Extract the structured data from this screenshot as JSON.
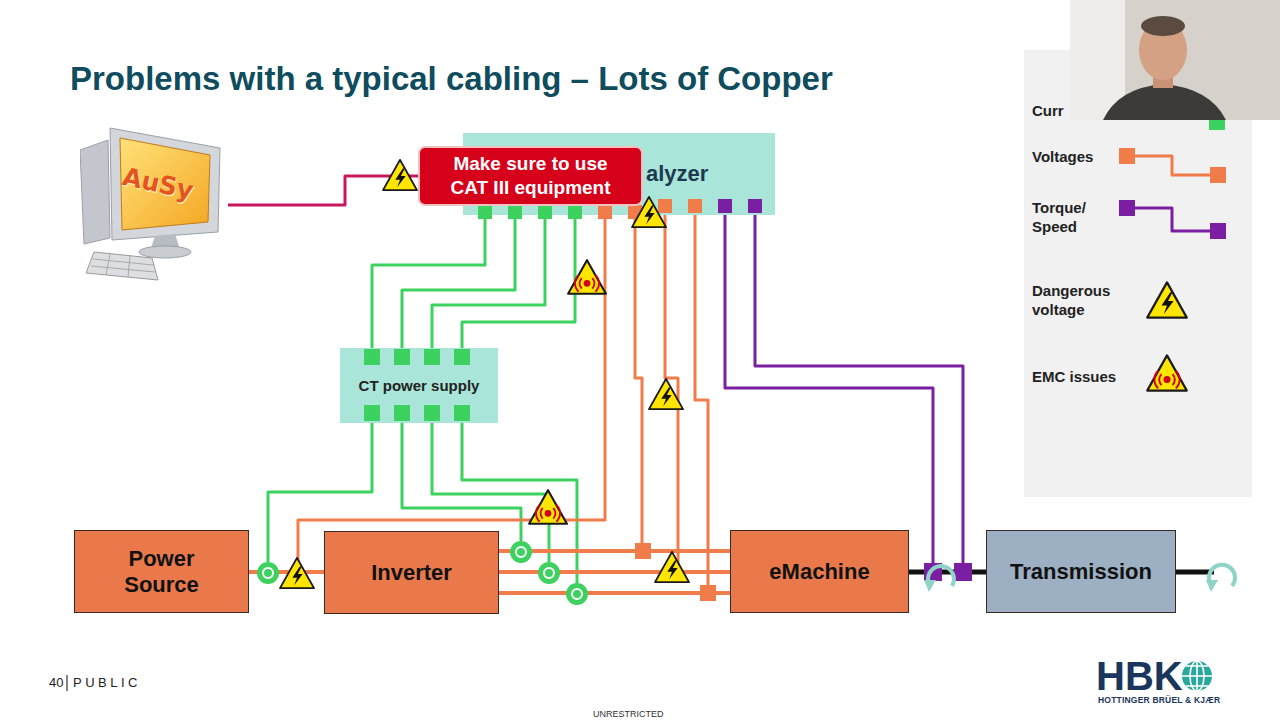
{
  "diagram": {
    "title": "Problems with a typical cabling – Lots of Copper",
    "nodes": [
      {
        "text": [
          "AuSy"
        ]
      },
      {
        "text": [
          "alyzer"
        ]
      },
      {
        "text": [
          "Make sure to use CAT III equipment"
        ]
      },
      {
        "text": [
          "CT power supply"
        ]
      },
      {
        "text": [
          "Power Source"
        ]
      },
      {
        "text": [
          "Inverter"
        ]
      },
      {
        "text": [
          "eMachine"
        ]
      },
      {
        "text": [
          "Transmission"
        ]
      }
    ],
    "edges": [
      {
        "from": 0,
        "to": 1,
        "arrow": "none"
      },
      {
        "from": 1,
        "to": 3,
        "arrow": "none"
      },
      {
        "from": 1,
        "to": 3,
        "arrow": "none"
      },
      {
        "from": 1,
        "to": 3,
        "arrow": "none"
      },
      {
        "from": 1,
        "to": 3,
        "arrow": "none"
      },
      {
        "from": 4,
        "to": 5,
        "arrow": "none"
      },
      {
        "from": 5,
        "to": 6,
        "arrow": "none"
      },
      {
        "from": 5,
        "to": 6,
        "arrow": "none"
      },
      {
        "from": 5,
        "to": 6,
        "arrow": "none"
      },
      {
        "from": 6,
        "to": 7,
        "arrow": "none"
      }
    ],
    "labels": [
      "40",
      "PUBLIC",
      "UNRESTRICTED",
      "HBK",
      "HOTTINGER BRÜEL & KJÆR"
    ],
    "legend": [
      {
        "text": "Curr"
      },
      {
        "text": "Voltages"
      },
      {
        "text": "Torque/ Speed"
      },
      {
        "text": "Dangerous voltage"
      },
      {
        "text": "EMC issues"
      }
    ]
  }
}
